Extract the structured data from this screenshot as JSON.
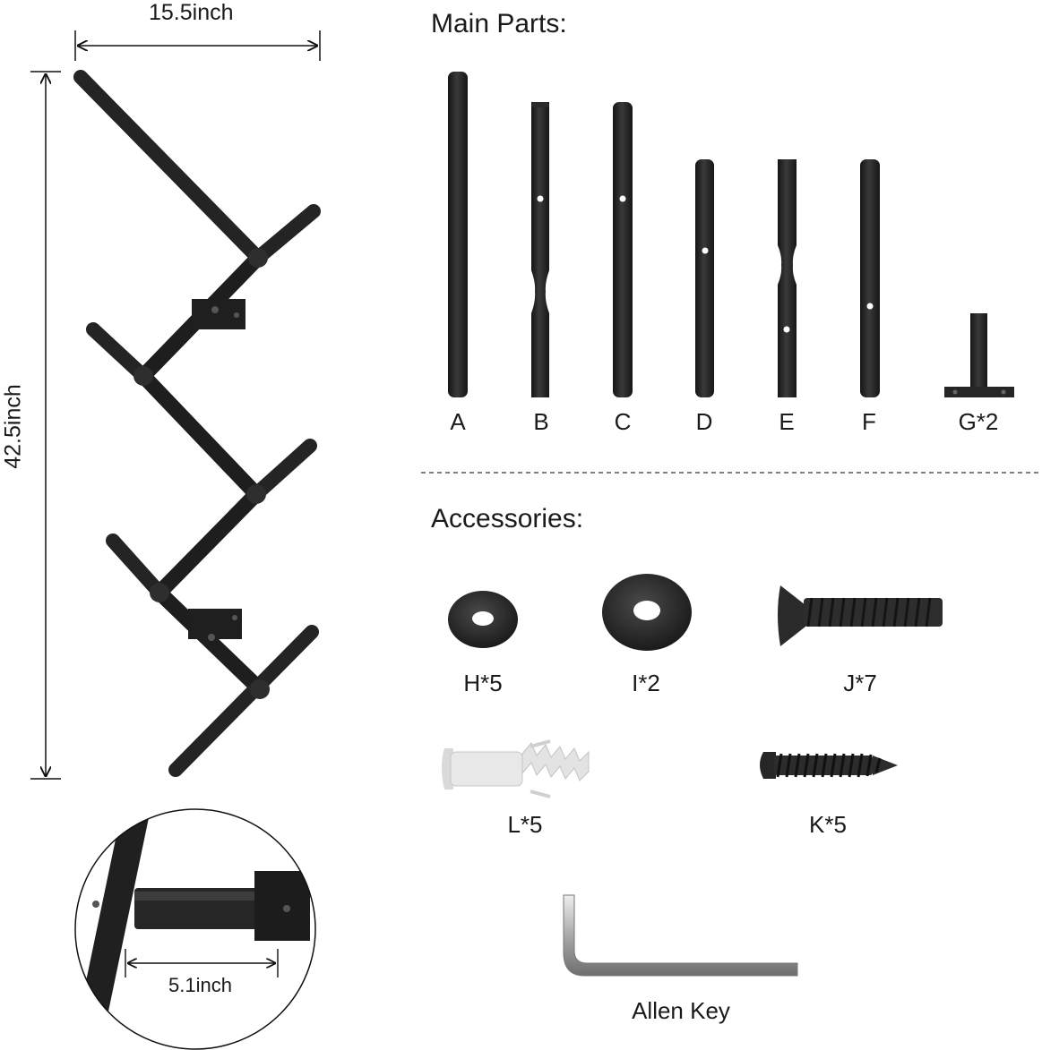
{
  "dimensions": {
    "width": "15.5inch",
    "height": "42.5inch",
    "depth": "5.1inch"
  },
  "main_parts": {
    "title": "Main Parts:",
    "labels": [
      "A",
      "B",
      "C",
      "D",
      "E",
      "F",
      "G*2"
    ]
  },
  "accessories": {
    "title": "Accessories:",
    "labels": {
      "h": "H*5",
      "i": "I*2",
      "j": "J*7",
      "l": "L*5",
      "k": "K*5",
      "allen": "Allen Key"
    }
  },
  "colors": {
    "metal": "#2b2b2b",
    "metal_edge": "#111111",
    "plastic": "#e6e6e6",
    "steel": "#b8b8b8"
  }
}
